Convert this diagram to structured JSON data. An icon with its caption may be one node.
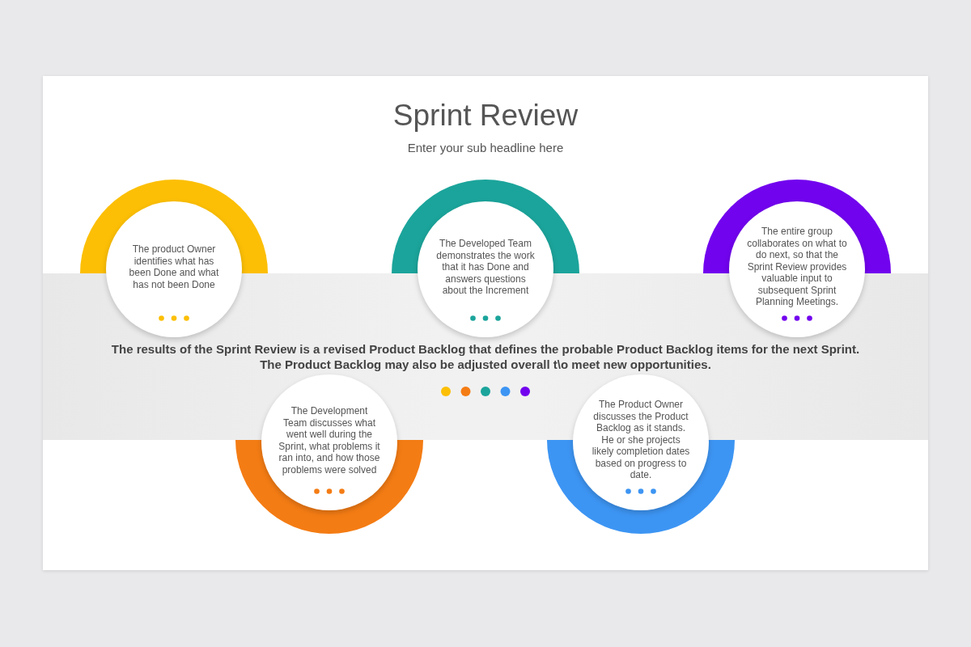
{
  "diagram": {
    "title": "Sprint Review",
    "nodes": [
      {
        "text": [
          "The product Owner identifies what has been Done and what has not been Done"
        ]
      },
      {
        "text": [
          "The Developed Team demonstrates the work that it has Done and answers questions about the Increment"
        ]
      },
      {
        "text": [
          "The entire group collaborates on what to do next, so that the Sprint Review provides valuable input to subsequent Sprint Planning Meetings."
        ]
      },
      {
        "text": [
          "The results of the Sprint Review is a revised Product Backlog that defines the probable Product Backlog items for the next Sprint. The Product Backlog may also be adjusted overall t\\o meet new opportunities."
        ]
      },
      {
        "text": [
          "The Development Team discusses what went well during the Sprint, what problems it ran into, and how those problems were solved"
        ]
      },
      {
        "text": [
          "The Product Owner discusses the Product Backlog as it stands. He or she projects likely completion dates based on progress to date."
        ]
      }
    ],
    "labels": [
      "Enter your sub headline here"
    ]
  }
}
